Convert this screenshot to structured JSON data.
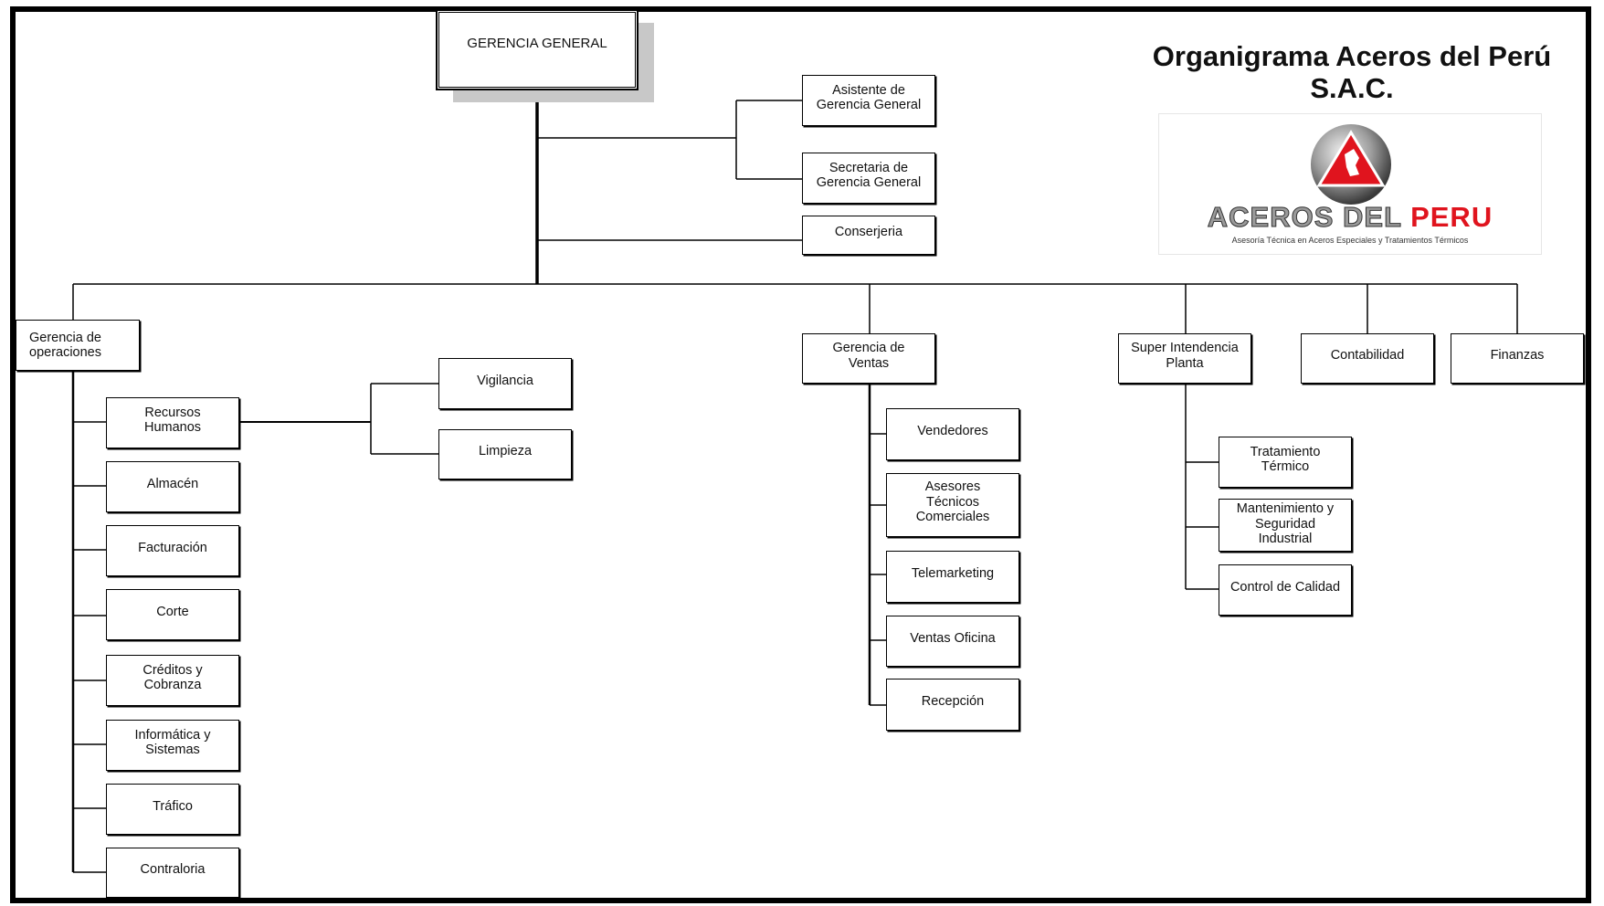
{
  "title": "Organigrama Aceros del Perú S.A.C.",
  "logo": {
    "word_a": "ACEROS DEL",
    "word_b": "PERU",
    "tagline": "Asesoría Técnica en Aceros Especiales y Tratamientos Térmicos",
    "colors": {
      "red": "#e0141e",
      "gray": "#9a9a9a"
    }
  },
  "units": {
    "gerencia_general": "GERENCIA GENERAL",
    "asistente": [
      "Asistente de",
      "Gerencia General"
    ],
    "secretaria": [
      "Secretaria de",
      "Gerencia General"
    ],
    "conserjeria": "Conserjeria",
    "gerencia_operaciones": [
      "Gerencia de",
      "operaciones"
    ],
    "gerencia_ventas": [
      "Gerencia de",
      "Ventas"
    ],
    "super_intendencia": [
      "Super Intendencia",
      "Planta"
    ],
    "contabilidad": "Contabilidad",
    "finanzas": "Finanzas",
    "recursos_humanos": [
      "Recursos",
      "Humanos"
    ],
    "vigilancia": "Vigilancia",
    "limpieza": "Limpieza",
    "almacen": "Almacén",
    "facturacion": "Facturación",
    "corte": "Corte",
    "creditos": [
      "Créditos y",
      "Cobranza"
    ],
    "informatica": [
      "Informática y",
      "Sistemas"
    ],
    "trafico": "Tráfico",
    "contraloria": "Contraloria",
    "vendedores": "Vendedores",
    "asesores": [
      "Asesores",
      "Técnicos",
      "Comerciales"
    ],
    "telemarketing": "Telemarketing",
    "ventas_oficina": "Ventas Oficina",
    "recepcion": "Recepción",
    "tratamiento": [
      "Tratamiento",
      "Térmico"
    ],
    "mantenimiento": [
      "Mantenimiento y",
      "Seguridad",
      "Industrial"
    ],
    "control_calidad": "Control de Calidad"
  }
}
